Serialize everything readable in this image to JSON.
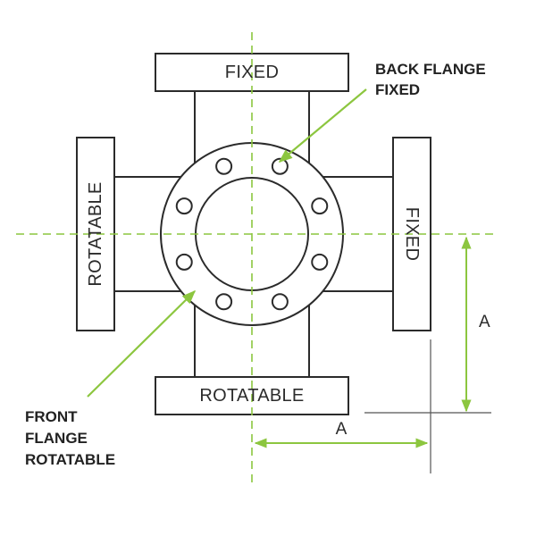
{
  "colors": {
    "accent": "#8cc63f",
    "outline": "#2b2b2b",
    "background": "#ffffff"
  },
  "flanges": {
    "top_label": "FIXED",
    "right_label": "FIXED",
    "bottom_label": "ROTATABLE",
    "left_label": "ROTATABLE"
  },
  "callouts": {
    "back_flange_line1": "BACK FLANGE",
    "back_flange_line2": "FIXED",
    "front_flange_line1": "FRONT",
    "front_flange_line2": "FLANGE",
    "front_flange_line3": "ROTATABLE"
  },
  "dimensions": {
    "vertical_label": "A",
    "horizontal_label": "A"
  },
  "center_flange": {
    "bolt_hole_count": 8
  }
}
